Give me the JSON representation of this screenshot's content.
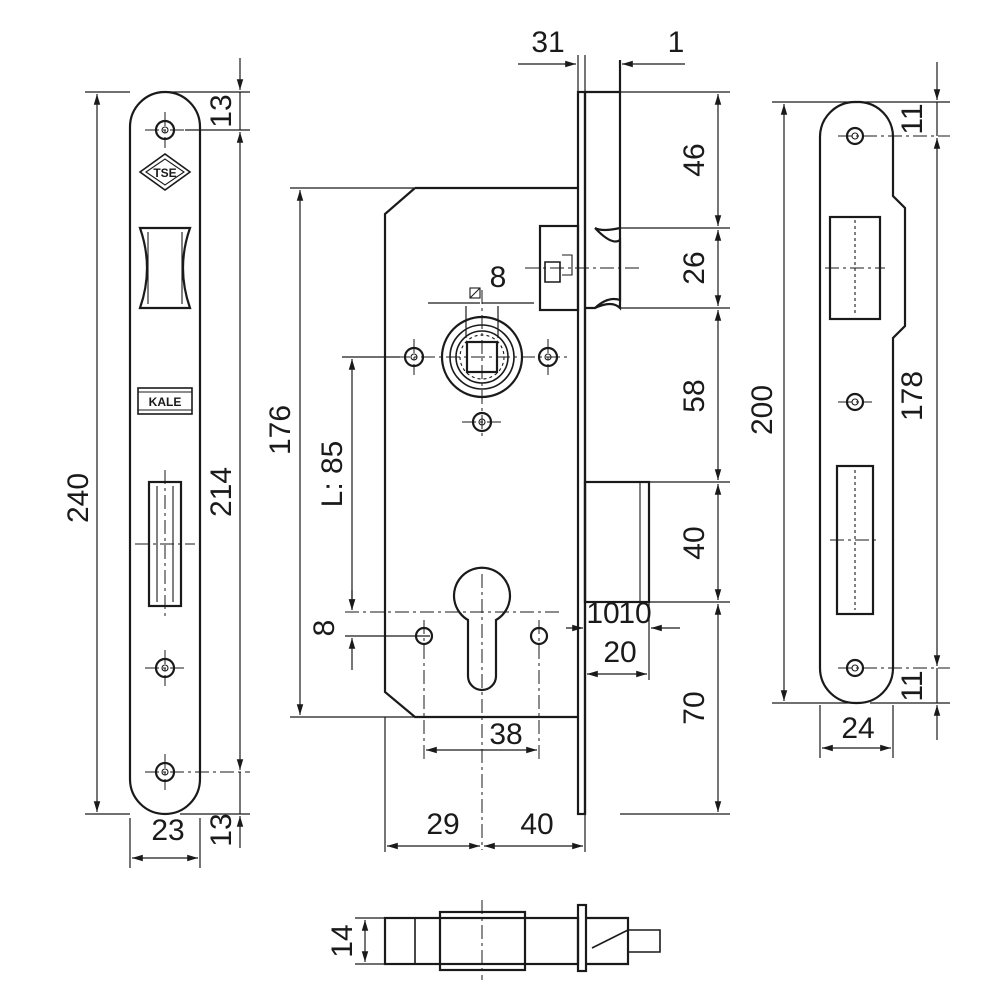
{
  "drawing": {
    "logos": {
      "tse": "TSE",
      "kale": "KALE"
    },
    "dims": {
      "d240": "240",
      "d13_top": "13",
      "d214": "214",
      "d23": "23",
      "d13_bot": "13",
      "d31": "31",
      "d1": "1",
      "d46": "46",
      "d26": "26",
      "d58": "58",
      "d40_v": "40",
      "d70": "70",
      "d176": "176",
      "dL85": "L: 85",
      "d8_spindle": "8",
      "d8_cyl": "8",
      "d10a": "10",
      "d10b": "10",
      "d20": "20",
      "d38": "38",
      "d29": "29",
      "d40_h": "40",
      "d14": "14",
      "d200": "200",
      "d178": "178",
      "d11_top": "11",
      "d11_bot": "11",
      "d24": "24"
    }
  }
}
